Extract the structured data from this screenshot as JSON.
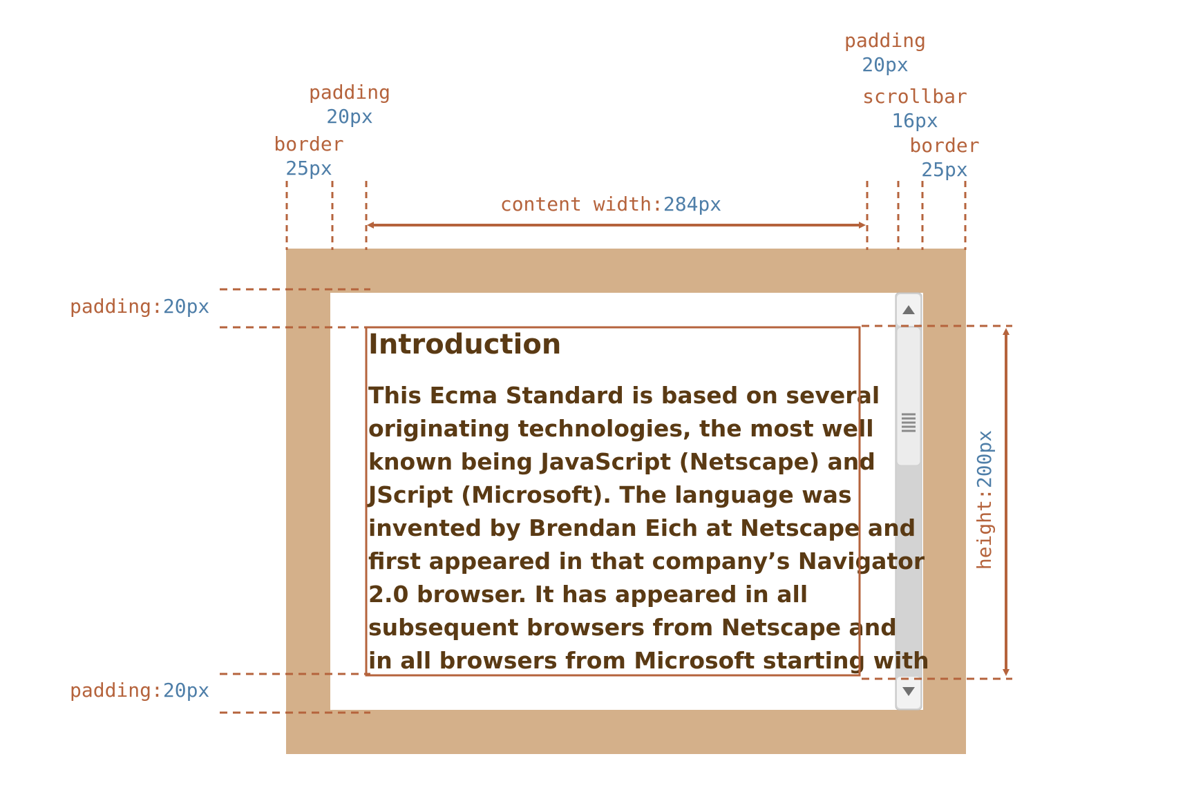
{
  "colors": {
    "accent": "#b5633c",
    "value": "#4e7ea8",
    "border_fill": "#d4b08a",
    "text_brown": "#5a3a14",
    "scrollbar_track": "#d3d3d3",
    "scrollbar_thumb": "#ececec"
  },
  "labels": {
    "top_left_padding": {
      "name": "padding",
      "value": "20px"
    },
    "top_left_border": {
      "name": "border",
      "value": "25px"
    },
    "top_right_padding": {
      "name": "padding",
      "value": "20px"
    },
    "top_right_scrollbar": {
      "name": "scrollbar",
      "value": "16px"
    },
    "top_right_border": {
      "name": "border",
      "value": "25px"
    },
    "content_width": {
      "name": "content width:",
      "value": "284px"
    },
    "left_padding_top": {
      "name": "padding:",
      "value": "20px"
    },
    "left_padding_bottom": {
      "name": "padding:",
      "value": "20px"
    },
    "height": {
      "name": "height:",
      "value": "200px"
    }
  },
  "content": {
    "heading": "Introduction",
    "lines": [
      "This Ecma Standard is based on several",
      "originating technologies, the most well",
      "known being JavaScript (Netscape) and",
      "JScript (Microsoft). The language was",
      "invented by Brendan Eich at Netscape and",
      "first appeared in that company’s Navigator",
      "2.0 browser. It has appeared in all",
      "subsequent browsers from Netscape and",
      "in all browsers from Microsoft starting with"
    ]
  },
  "icons": {
    "scroll_up": "up-arrow-icon",
    "scroll_down": "down-arrow-icon",
    "scroll_grip": "grip-icon"
  }
}
